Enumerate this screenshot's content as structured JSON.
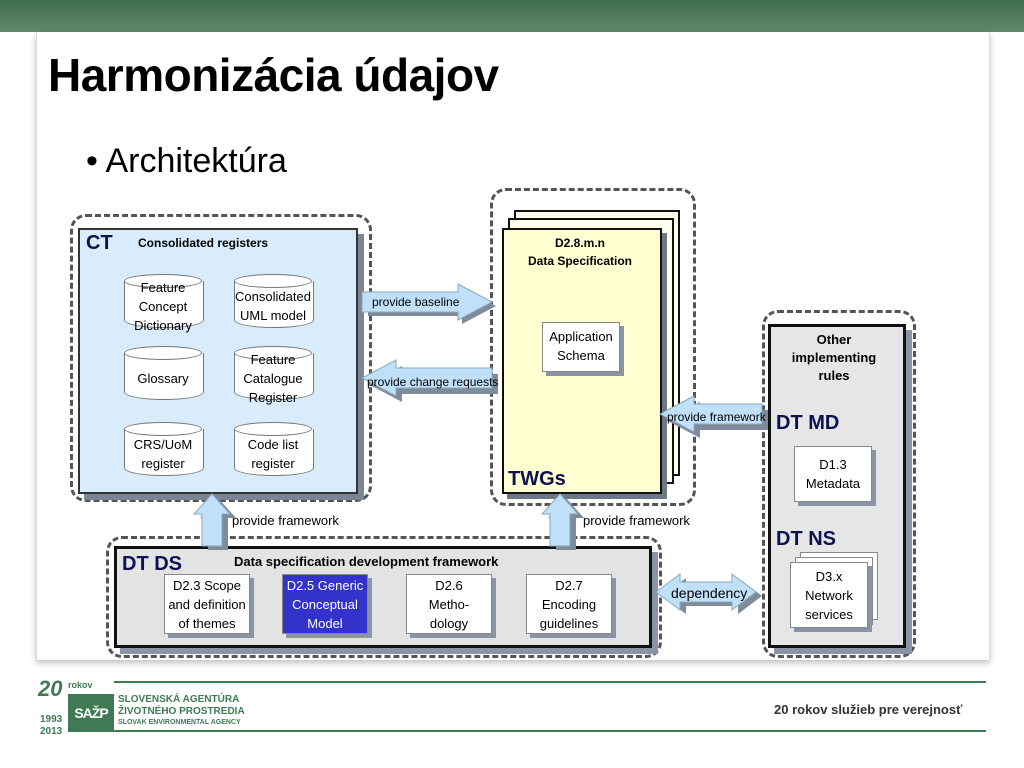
{
  "slide": {
    "title": "Harmonizácia údajov",
    "bullet": "• Architektúra"
  },
  "ct": {
    "tag": "CT",
    "heading": "Consolidated registers",
    "registers": [
      {
        "lines": [
          "Feature",
          "Concept",
          "Dictionary"
        ]
      },
      {
        "lines": [
          "Consolidated",
          "UML model"
        ]
      },
      {
        "lines": [
          "Glossary"
        ]
      },
      {
        "lines": [
          "Feature",
          "Catalogue",
          "Register"
        ]
      },
      {
        "lines": [
          "CRS/UoM",
          "register"
        ]
      },
      {
        "lines": [
          "Code list",
          "register"
        ]
      }
    ]
  },
  "twg": {
    "heading_line1": "D2.8.m.n",
    "heading_line2": "Data Specification",
    "schema_line1": "Application",
    "schema_line2": "Schema",
    "tag": "TWGs"
  },
  "right": {
    "heading_lines": [
      "Other",
      "implementing",
      "rules"
    ],
    "md_tag": "DT MD",
    "md_box": [
      "D1.3",
      "Metadata"
    ],
    "ns_tag": "DT NS",
    "ns_box": [
      "D3.x",
      "Network",
      "services"
    ]
  },
  "ds": {
    "tag": "DT DS",
    "heading": "Data specification development framework",
    "boxes": [
      {
        "lines": [
          "D2.3 Scope",
          "and definition",
          "of themes"
        ]
      },
      {
        "lines": [
          "D2.5 Generic",
          "Conceptual",
          "Model"
        ]
      },
      {
        "lines": [
          "D2.6",
          "Metho-",
          "dology"
        ]
      },
      {
        "lines": [
          "D2.7",
          "Encoding",
          "guidelines"
        ]
      }
    ]
  },
  "arrows": {
    "provide_baseline": "provide baseline",
    "provide_change_requests": "provide change requests",
    "provide_framework_right": "provide framework",
    "provide_framework_left": "provide framework",
    "provide_framework_mid": "provide framework",
    "dependency": "dependency"
  },
  "footer": {
    "anniv_top": "20",
    "anniv_rokov": "rokov",
    "year_from": "1993",
    "year_to": "2013",
    "agency_line1": "SLOVENSKÁ AGENTÚRA",
    "agency_line2": "ŽIVOTNÉHO PROSTREDIA",
    "agency_line3": "SLOVAK ENVIRONMENTAL AGENCY",
    "slogan": "20 rokov služieb pre verejnosť",
    "logo_letters": "SAŽP"
  },
  "colors": {
    "highlight_box": "#3333cc",
    "ct_panel": "#d9ecfb",
    "twg_panel": "#ffffd2",
    "arrow_fill": "#bfe0f8",
    "brand_green": "#3f7a55",
    "tag_text": "#0c1150"
  }
}
